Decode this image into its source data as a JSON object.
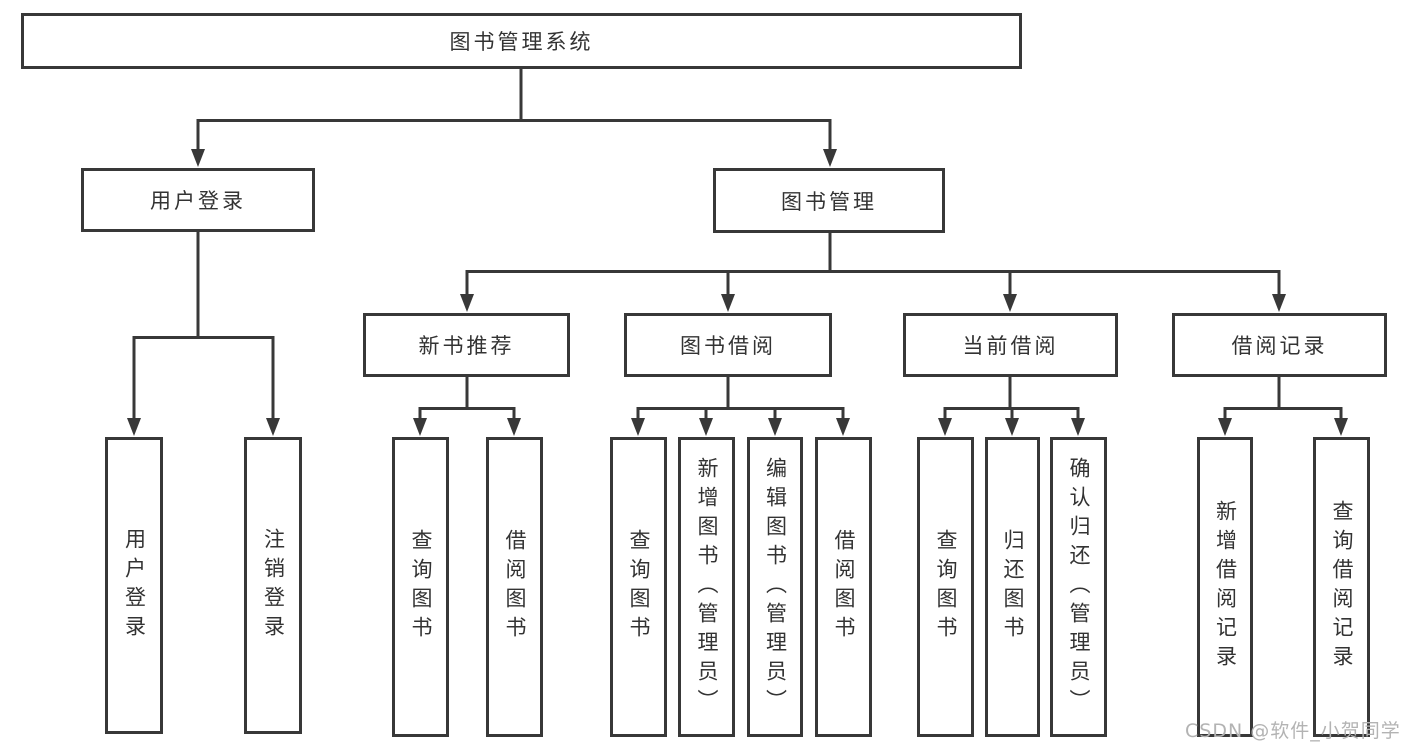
{
  "root": {
    "label": "图书管理系统"
  },
  "branches": [
    {
      "label": "用户登录",
      "children": [
        {
          "label": "用户登录"
        },
        {
          "label": "注销登录"
        }
      ]
    },
    {
      "label": "图书管理",
      "children": [
        {
          "label": "新书推荐",
          "children": [
            {
              "label": "查询图书"
            },
            {
              "label": "借阅图书"
            }
          ]
        },
        {
          "label": "图书借阅",
          "children": [
            {
              "label": "查询图书"
            },
            {
              "label": "新增图书（管理员）"
            },
            {
              "label": "编辑图书（管理员）"
            },
            {
              "label": "借阅图书"
            }
          ]
        },
        {
          "label": "当前借阅",
          "children": [
            {
              "label": "查询图书"
            },
            {
              "label": "归还图书"
            },
            {
              "label": "确认归还（管理员）"
            }
          ]
        },
        {
          "label": "借阅记录",
          "children": [
            {
              "label": "新增借阅记录"
            },
            {
              "label": "查询借阅记录"
            }
          ]
        }
      ]
    }
  ],
  "watermark": "CSDN @软件_小贺同学",
  "colors": {
    "line": "#383838",
    "background": "#ffffff",
    "text": "#333333",
    "watermark": "#b3b3b3"
  }
}
